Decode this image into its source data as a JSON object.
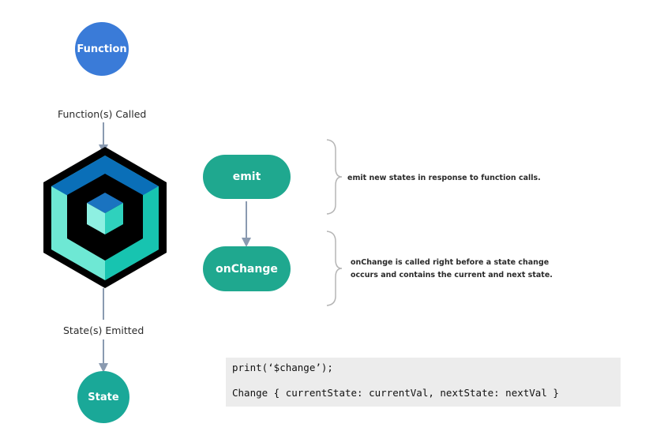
{
  "nodes": {
    "function": "Function",
    "state": "State",
    "emit": "emit",
    "on_change": "onChange"
  },
  "labels": {
    "functions_called": "Function(s) Called",
    "states_emitted": "State(s) Emitted"
  },
  "notes": {
    "emit_note": "emit new states in response to function calls.",
    "on_change_line1": "onChange is called right before a state change",
    "on_change_line2": "occurs and contains the current and next state."
  },
  "code": {
    "line1": "print(‘$change’);",
    "line2": "Change { currentState: currentVal, nextState: nextVal }"
  },
  "colors": {
    "function_blue": "#3a7bd8",
    "state_teal": "#1aa898",
    "pill_teal": "#1fa88f",
    "cube_blue": "#0a6fb8",
    "cube_mint": "#6ee8d4",
    "arrow_gray": "#8a9ab0",
    "brace_gray": "#b5b5b5",
    "code_bg": "#ececec"
  },
  "icons": {
    "logo": "bloc-cube-logo-icon"
  }
}
